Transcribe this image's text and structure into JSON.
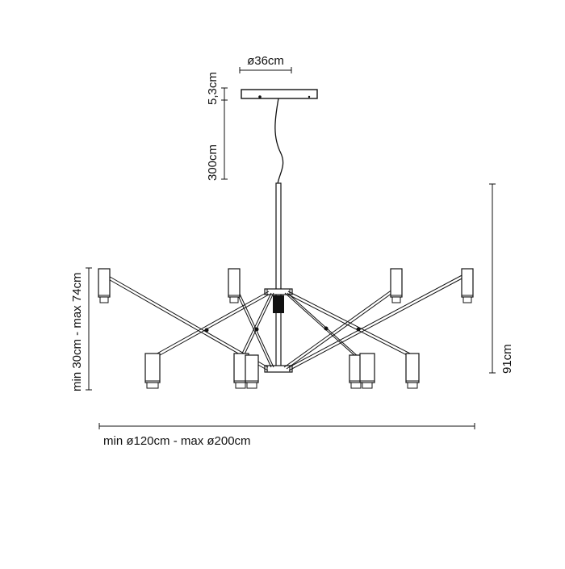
{
  "diagram": {
    "dimensions": {
      "canopy_diameter": "ø36cm",
      "canopy_height": "5,3cm",
      "cable_length": "300cm",
      "arm_height_range": "min 30cm - max 74cm",
      "total_height": "91cm",
      "diameter_range": "min ø120cm - max ø200cm"
    },
    "colors": {
      "line": "#111111",
      "background": "#ffffff",
      "lamp_fill": "#ffffff"
    }
  }
}
